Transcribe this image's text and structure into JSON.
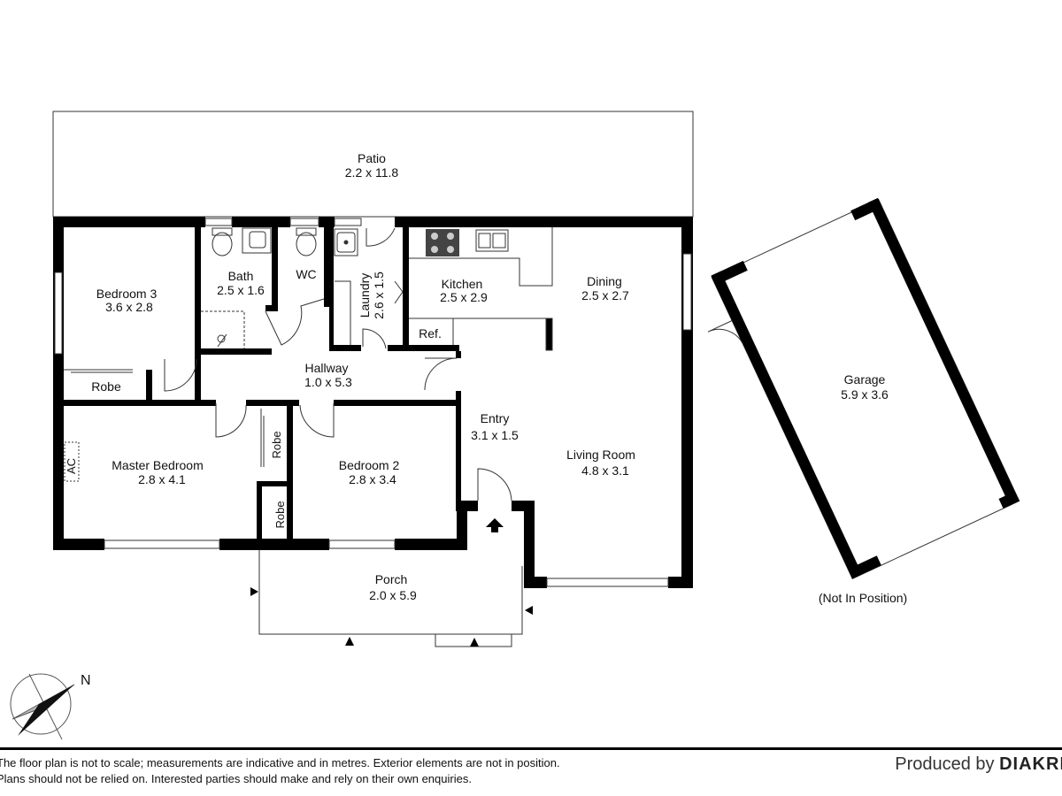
{
  "rooms": {
    "patio": {
      "name": "Patio",
      "size": "2.2 x 11.8"
    },
    "bedroom3": {
      "name": "Bedroom 3",
      "size": "3.6 x 2.8"
    },
    "bath": {
      "name": "Bath",
      "size": "2.5 x 1.6"
    },
    "wc": {
      "name": "WC"
    },
    "laundry": {
      "name": "Laundry",
      "size": "2.6 x 1.5"
    },
    "kitchen": {
      "name": "Kitchen",
      "size": "2.5 x 2.9"
    },
    "dining": {
      "name": "Dining",
      "size": "2.5 x 2.7"
    },
    "fridge": {
      "name": "Ref."
    },
    "robe1": {
      "name": "Robe"
    },
    "hallway": {
      "name": "Hallway",
      "size": "1.0 x 5.3"
    },
    "entry": {
      "name": "Entry",
      "size": "3.1 x 1.5"
    },
    "master": {
      "name": "Master Bedroom",
      "size": "2.8 x 4.1"
    },
    "ac": {
      "name": "AC"
    },
    "robe2": {
      "name": "Robe"
    },
    "robe3": {
      "name": "Robe"
    },
    "bedroom2": {
      "name": "Bedroom 2",
      "size": "2.8 x 3.4"
    },
    "living": {
      "name": "Living Room",
      "size": "4.8 x 3.1"
    },
    "porch": {
      "name": "Porch",
      "size": "2.0 x 5.9"
    },
    "garage": {
      "name": "Garage",
      "size": "5.9 x 3.6"
    }
  },
  "garage_note": "(Not In Position)",
  "compass": {
    "north": "N"
  },
  "footer": {
    "line1": "The floor plan is not to scale; measurements are indicative and in metres. Exterior elements are not in position.",
    "line2": "Plans should not be relied on. Interested parties should make and rely on their own enquiries.",
    "produced_by": "Produced by",
    "brand": "DIAKRI"
  },
  "colors": {
    "wall": "#000000",
    "line": "#333333",
    "background": "#ffffff"
  }
}
